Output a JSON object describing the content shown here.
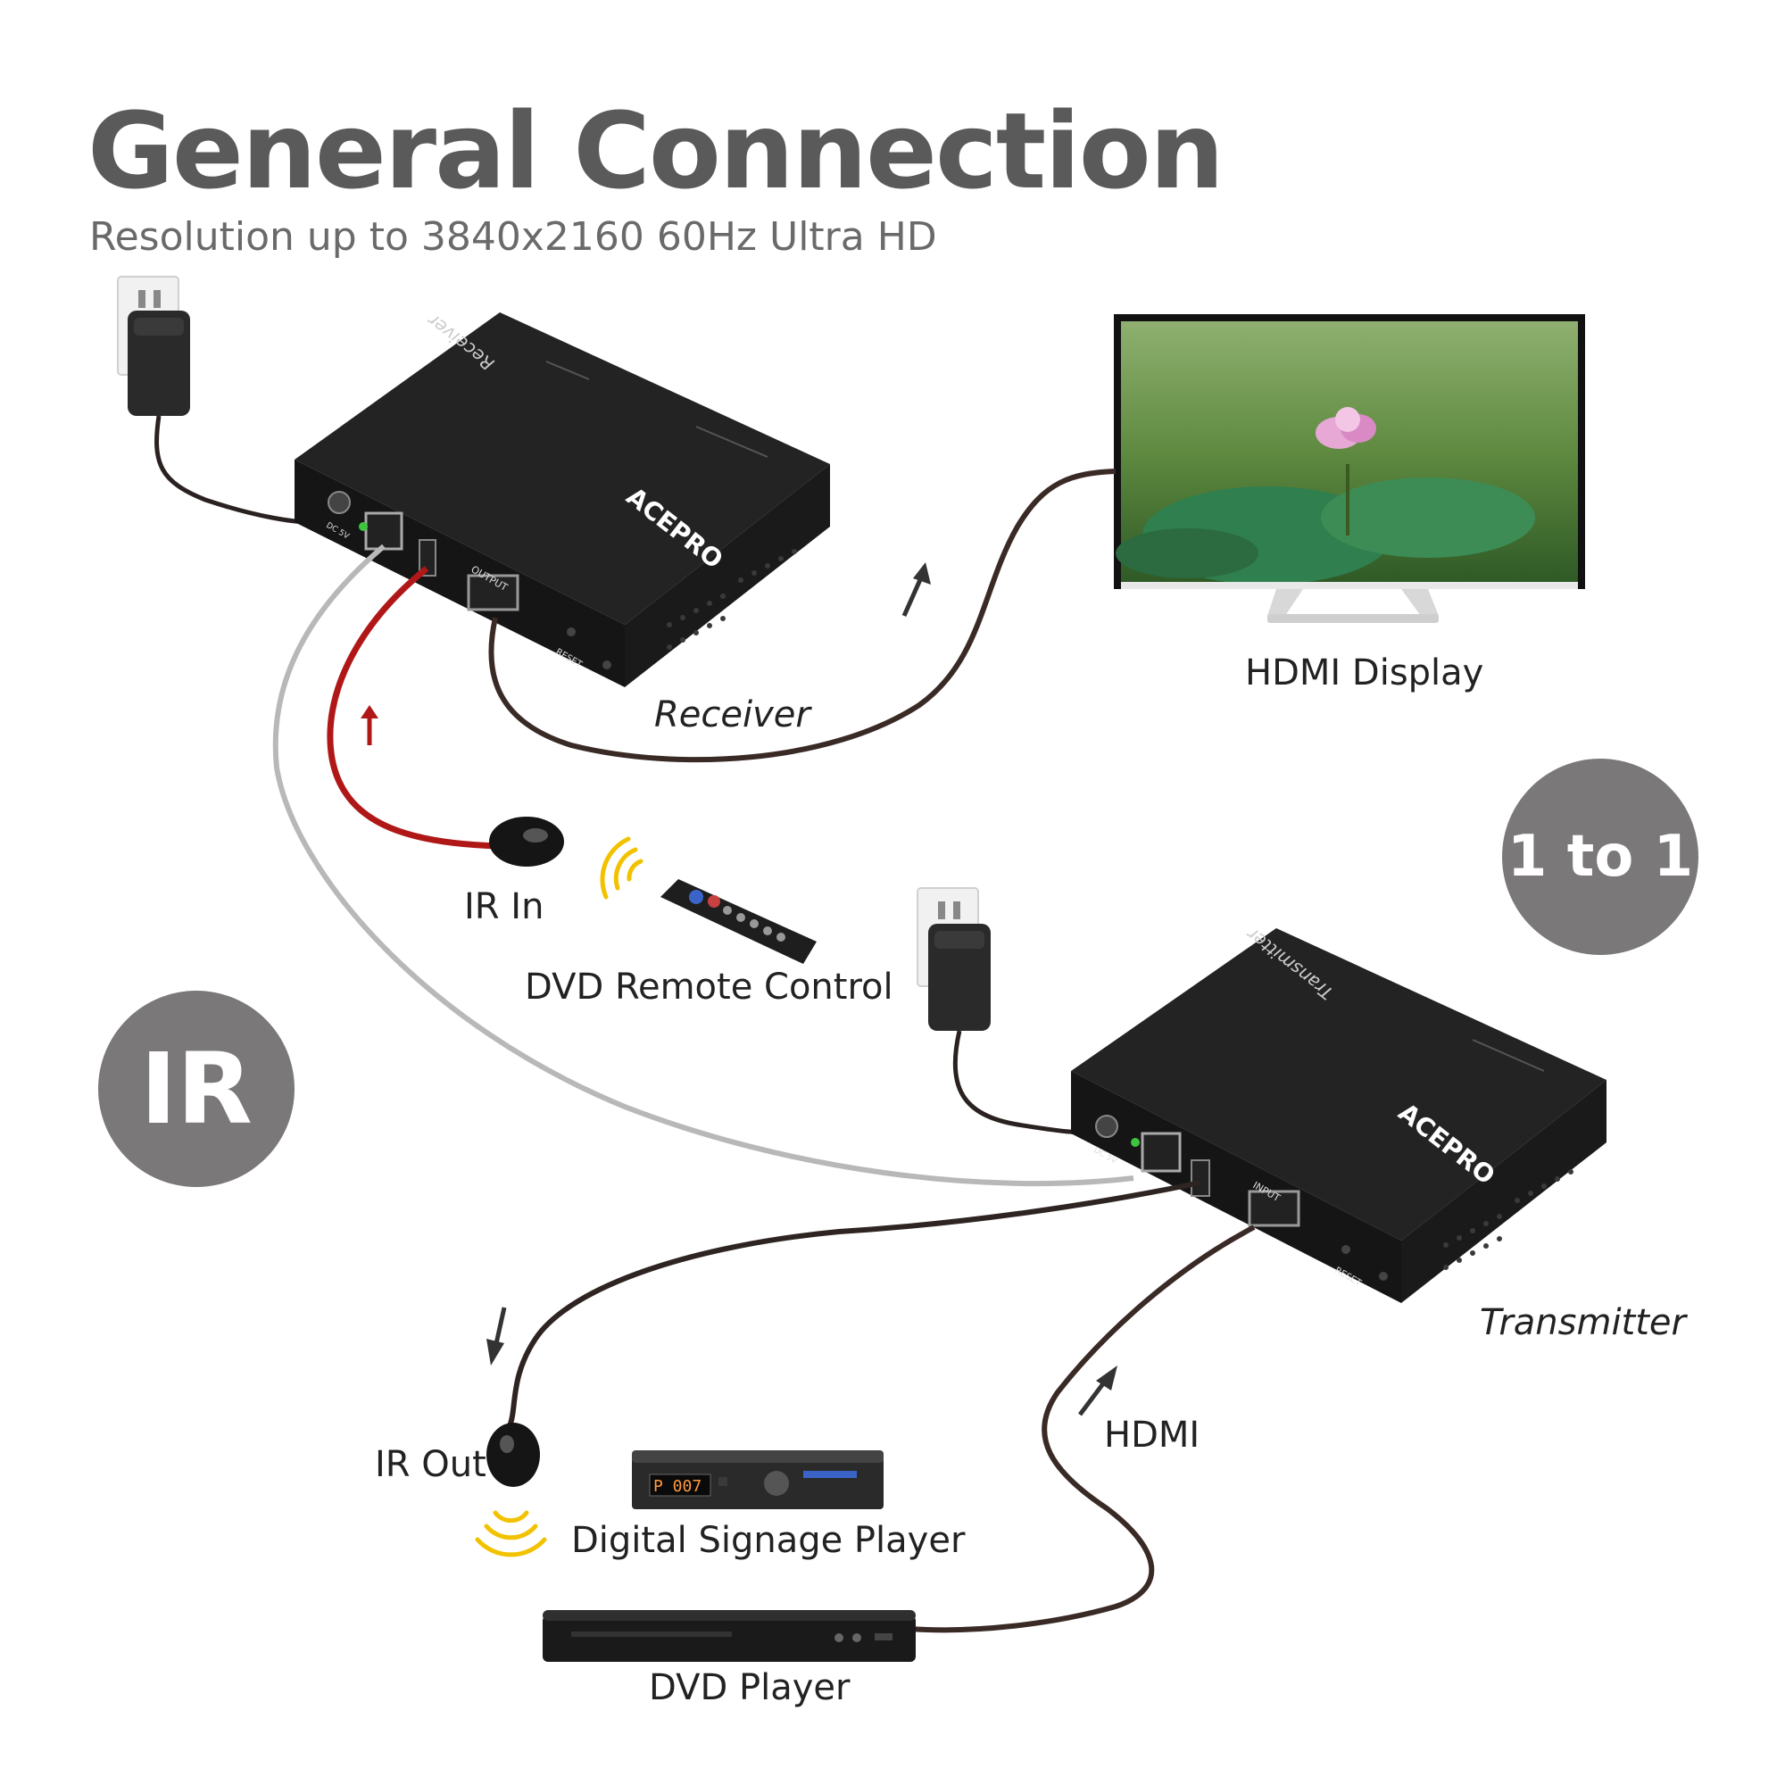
{
  "header": {
    "title": "General Connection",
    "subtitle": "Resolution up to 3840x2160 60Hz Ultra HD"
  },
  "labels": {
    "receiver": "Receiver",
    "hdmi_display": "HDMI Display",
    "ir_in": "IR In",
    "dvd_remote": "DVD Remote Control",
    "transmitter": "Transmitter",
    "ir_out": "IR Out",
    "hdmi": "HDMI",
    "digital_signage": "Digital Signage Player",
    "dvd_player": "DVD Player"
  },
  "badges": {
    "one_to_one": "1 to 1",
    "ir": "IR"
  },
  "device_text": {
    "receiver_top": "Receiver",
    "transmitter_top": "Transmitter",
    "brand": "ACEPRO",
    "output_port": "OUTPUT",
    "input_port": "INPUT",
    "reset": "RESET",
    "dc": "DC 5V",
    "signage_display": "P 007"
  },
  "colors": {
    "title": "#5a5a5a",
    "badge": "#7a7878",
    "device_body": "#1c1c1c",
    "ir_cable": "#b01818",
    "cat_cable": "#b8b8b8",
    "hdmi_cable": "#3a2a26",
    "signal_waves": "#f2c200"
  }
}
